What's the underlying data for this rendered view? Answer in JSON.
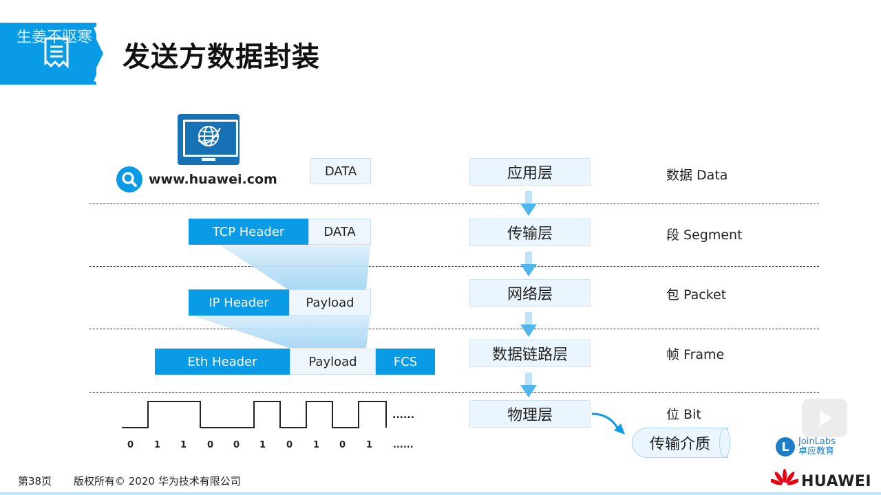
{
  "slide": {
    "title": "发送方数据封装",
    "watermark": "生姜不驱寒",
    "url": "www.huawei.com",
    "footer_page": "第38页",
    "footer_copyright": "版权所有© 2020 华为技术有限公司",
    "brand": "HUAWEI",
    "joinlabs_en": "JoinLabs",
    "joinlabs_cn": "卓应教育",
    "joinlabs_letter": "L"
  },
  "encapsulation": {
    "app_data": "DATA",
    "tcp_header": "TCP Header",
    "tcp_data": "DATA",
    "ip_header": "IP Header",
    "ip_payload": "Payload",
    "eth_header": "Eth Header",
    "eth_payload": "Payload",
    "eth_fcs": "FCS",
    "bits": [
      "0",
      "1",
      "1",
      "0",
      "0",
      "1",
      "0",
      "1",
      "0",
      "1"
    ],
    "bits_ellipsis": "......",
    "signal_ellipsis": "......"
  },
  "layers": [
    {
      "name": "应用层",
      "unit": "数据 Data"
    },
    {
      "name": "传输层",
      "unit": "段 Segment"
    },
    {
      "name": "网络层",
      "unit": "包 Packet"
    },
    {
      "name": "数据链路层",
      "unit": "帧 Frame"
    },
    {
      "name": "物理层",
      "unit": "位 Bit"
    }
  ],
  "medium": "传输介质",
  "colors": {
    "accent": "#0a9be6",
    "light": "#eef6fc",
    "dark_blue": "#1672b5",
    "huawei_red": "#e60012"
  },
  "icons": [
    "document-icon",
    "monitor-globe-icon",
    "search-icon",
    "down-arrow-icon",
    "play-icon",
    "huawei-logo-icon"
  ]
}
